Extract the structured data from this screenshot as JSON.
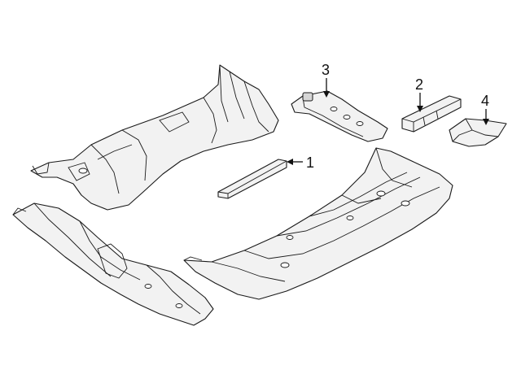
{
  "diagram": {
    "callouts": [
      {
        "id": "1",
        "label": "1"
      },
      {
        "id": "2",
        "label": "2"
      },
      {
        "id": "3",
        "label": "3"
      },
      {
        "id": "4",
        "label": "4"
      }
    ],
    "colors": {
      "line": "#1a1a1a",
      "fill": "#f2f2f2",
      "shade": "#d6d6d6",
      "background": "#ffffff"
    }
  }
}
